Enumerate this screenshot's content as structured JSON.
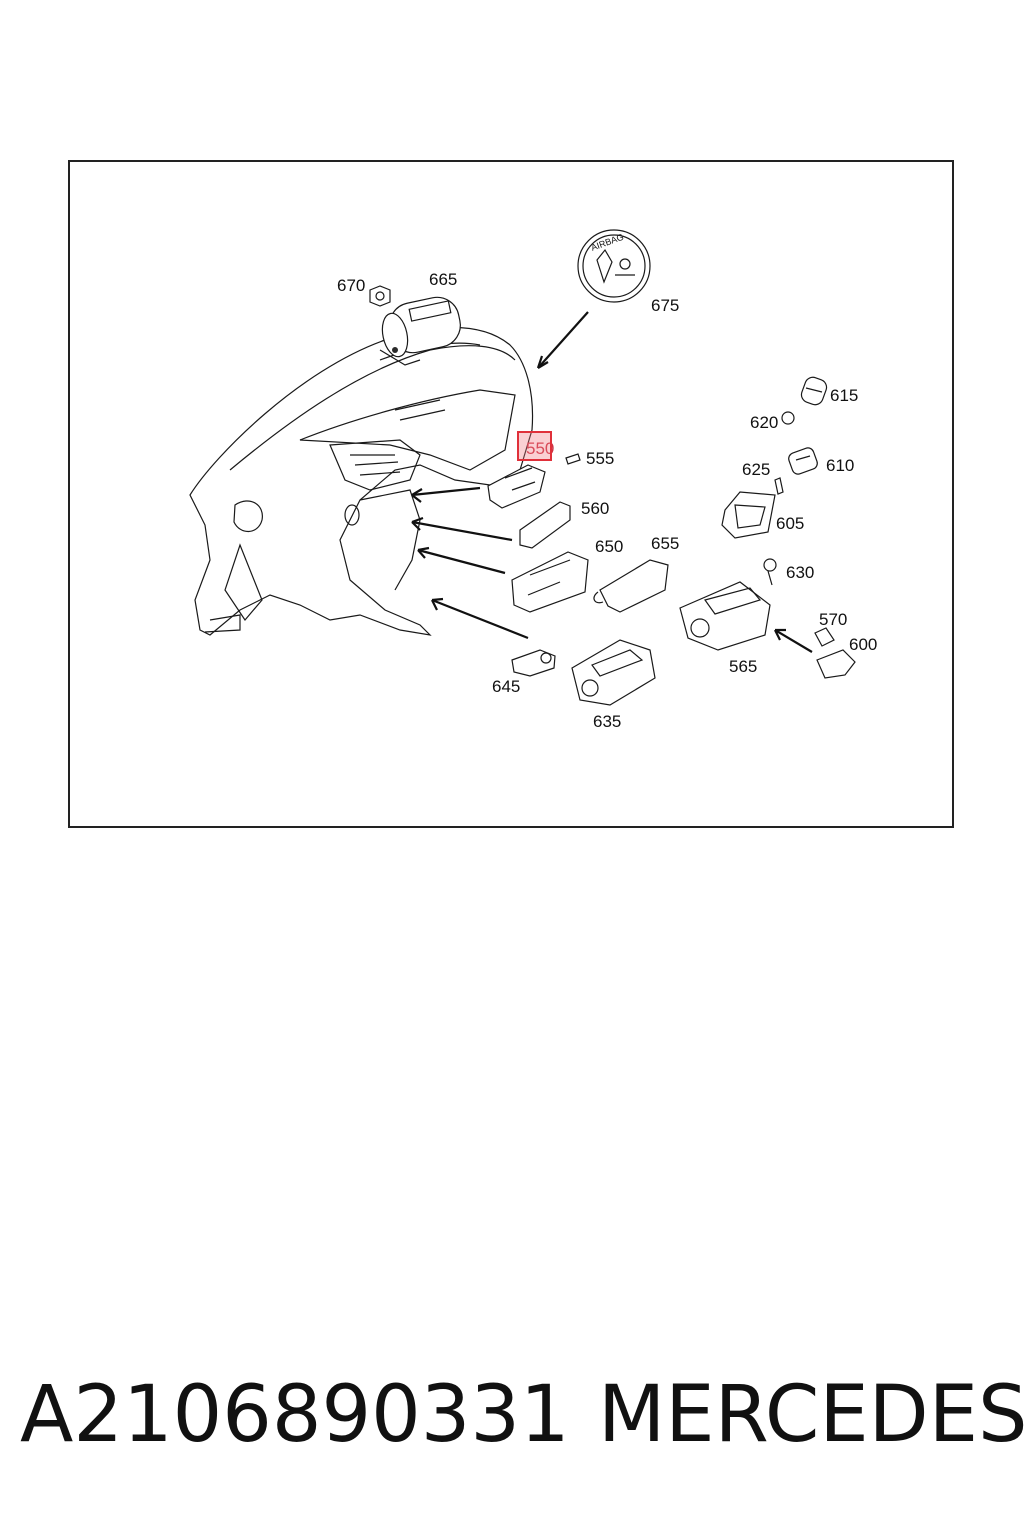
{
  "diagram": {
    "callouts": [
      "670",
      "665",
      "675",
      "615",
      "620",
      "550",
      "555",
      "625",
      "610",
      "560",
      "605",
      "650",
      "655",
      "630",
      "570",
      "600",
      "565",
      "645",
      "635"
    ],
    "highlighted_callout": "550",
    "highlight_color": "#e0303a",
    "sticker_text": [
      "AIRBAG"
    ]
  },
  "footer": {
    "part_number": "A2106890331",
    "brand": "MERCEDES"
  }
}
